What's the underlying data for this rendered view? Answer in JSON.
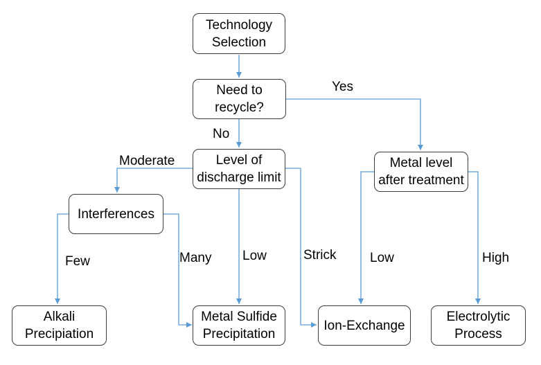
{
  "nodes": {
    "technology_selection": "Technology\nSelection",
    "need_to_recycle": "Need to\nrecycle?",
    "level_of_discharge_limit": "Level of\ndischarge limit",
    "metal_level_after_treatment": "Metal level\nafter treatment",
    "interferences": "Interferences",
    "alkali_precipitation": "Alkali\nPrecipiation",
    "metal_sulfide_precipitation": "Metal Sulfide\nPrecipitation",
    "ion_exchange": "Ion-Exchange",
    "electrolytic_process": "Electrolytic\nProcess"
  },
  "edge_labels": {
    "yes": "Yes",
    "no": "No",
    "moderate": "Moderate",
    "few": "Few",
    "many": "Many",
    "low_sulfide": "Low",
    "strick": "Strick",
    "low_ion": "Low",
    "high": "High"
  },
  "colors": {
    "connector": "#5b9bd5",
    "node_border": "#3a3a3a"
  }
}
